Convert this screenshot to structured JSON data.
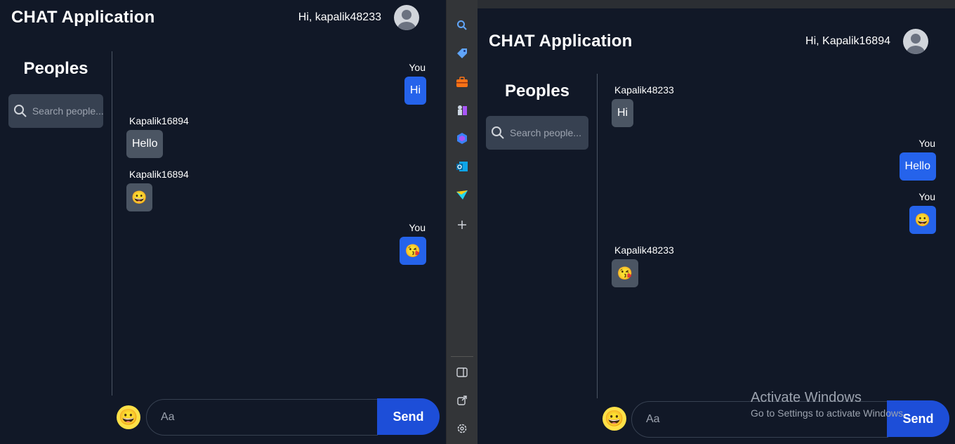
{
  "left_window": {
    "app_title": "CHAT Application",
    "greeting": "Hi, kapalik48233",
    "peoples_title": "Peoples",
    "search_placeholder": "Search people...",
    "messages": [
      {
        "sender": "You",
        "text": "Hi"
      },
      {
        "sender": "Kapalik16894",
        "text": "Hello"
      },
      {
        "sender": "Kapalik16894",
        "text": "😀"
      },
      {
        "sender": "You",
        "text": "😘"
      }
    ],
    "input_placeholder": "Aa",
    "send_label": "Send",
    "emoji_icon": "😀"
  },
  "right_window": {
    "app_title": "CHAT Application",
    "greeting": "Hi, Kapalik16894",
    "peoples_title": "Peoples",
    "search_placeholder": "Search people...",
    "messages": [
      {
        "sender": "Kapalik48233",
        "text": "Hi"
      },
      {
        "sender": "You",
        "text": "Hello"
      },
      {
        "sender": "You",
        "text": "😀"
      },
      {
        "sender": "Kapalik48233",
        "text": "😘"
      }
    ],
    "input_placeholder": "Aa",
    "send_label": "Send",
    "emoji_icon": "😀"
  },
  "watermark": {
    "line1": "Activate Windows",
    "line2": "Go to Settings to activate Windows."
  },
  "browser_sidebar": {
    "icons": [
      "search-icon",
      "tag-icon",
      "briefcase-icon",
      "chess-icon",
      "copilot-icon",
      "outlook-icon",
      "send-icon",
      "add-icon",
      "split-view-icon",
      "external-link-icon",
      "settings-icon"
    ]
  },
  "colors": {
    "background": "#111827",
    "my_bubble": "#2563eb",
    "their_bubble": "#4b5563",
    "send_button": "#1d4ed8",
    "emoji_button": "#fde047"
  }
}
